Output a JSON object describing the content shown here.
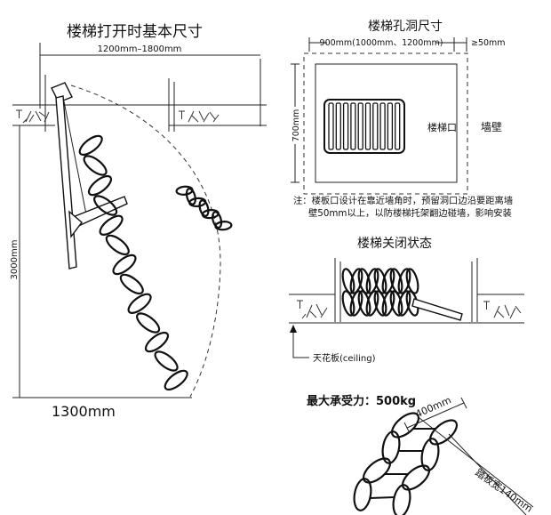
{
  "open_state": {
    "title": "楼梯打开时基本尺寸",
    "width_range": "1200mm–1800mm",
    "height": "3000mm",
    "depth": "1300mm"
  },
  "opening": {
    "title": "楼梯孔洞尺寸",
    "width": "900mm(1000mm、1200mm)",
    "margin": "≥50mm",
    "length": "700mm",
    "hatch_label": "楼梯口",
    "wall_label": "墙壁",
    "note_lines": [
      "注：楼板口设计在靠近墙角时，预留洞口边沿要距离墙",
      "壁50mm以上，以防楼梯托架翻边碰墙，影响安装"
    ]
  },
  "closed_state": {
    "title": "楼梯关闭状态",
    "ceiling_label": "天花板(ceiling)"
  },
  "load": {
    "max_load": "最大承受力：500kg",
    "step_length": "400mm",
    "step_width": "踏板宽140mm"
  }
}
